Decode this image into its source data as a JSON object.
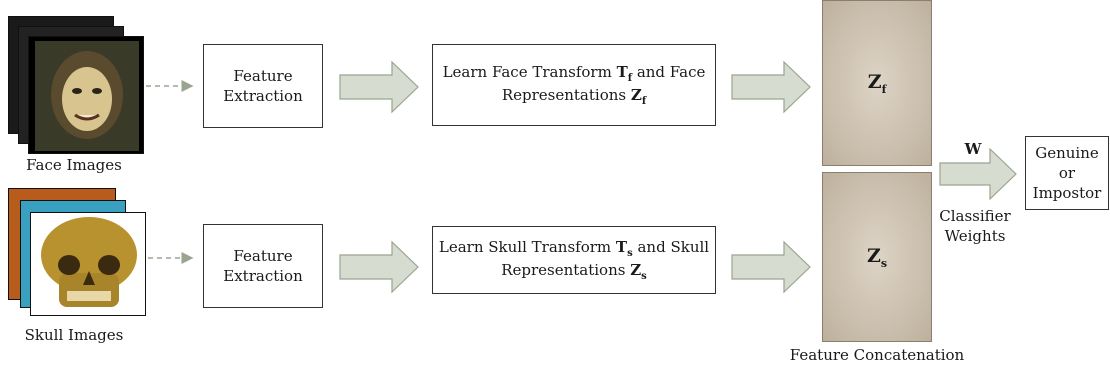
{
  "face_branch": {
    "images_caption": "Face Images",
    "feature_extraction": [
      "Feature",
      "Extraction"
    ],
    "transform_text_1": "Learn Face Transform ",
    "transform_bold": "T",
    "transform_sub": "f",
    "transform_text_2": " and Face",
    "repr_text": "Representations ",
    "repr_bold": "Z",
    "repr_sub": "f"
  },
  "skull_branch": {
    "images_caption": "Skull Images",
    "feature_extraction": [
      "Feature",
      "Extraction"
    ],
    "transform_text_1": "Learn Skull Transform ",
    "transform_bold": "T",
    "transform_sub": "s",
    "transform_text_2": " and Skull",
    "repr_text": "Representations ",
    "repr_bold": "Z",
    "repr_sub": "s"
  },
  "concat": {
    "top_label": "Z",
    "top_sub": "f",
    "bottom_label": "Z",
    "bottom_sub": "s",
    "caption": "Feature Concatenation"
  },
  "classifier": {
    "weight_label": "W",
    "caption_1": "Classifier",
    "caption_2": "Weights"
  },
  "output": {
    "lines": [
      "Genuine",
      "or",
      "Impostor"
    ]
  },
  "colors": {
    "arrow_fill": "#d6dccf",
    "arrow_stroke": "#9aa590",
    "dashed_arrow": "#9aa590",
    "concat_fill": "#cbbfae"
  }
}
